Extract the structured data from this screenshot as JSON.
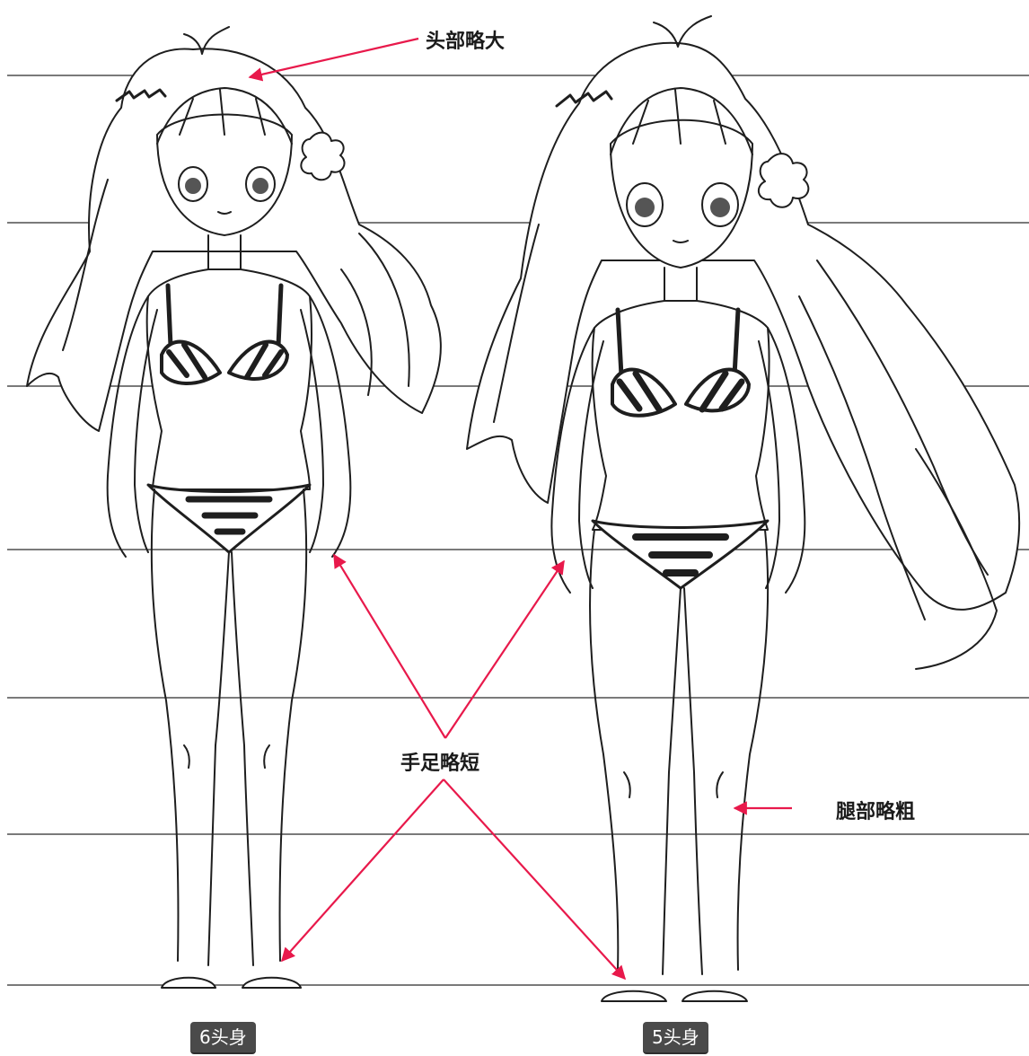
{
  "annotations": {
    "head_bigger": "头部略大",
    "limbs_shorter": "手足略短",
    "legs_thicker": "腿部略粗"
  },
  "figures": [
    {
      "label": "6头身",
      "head_count": 6
    },
    {
      "label": "5头身",
      "head_count": 5
    }
  ],
  "colors": {
    "arrow": "#e8194b",
    "line_art": "#1e1e1e",
    "badge": "#4a4a4a"
  }
}
